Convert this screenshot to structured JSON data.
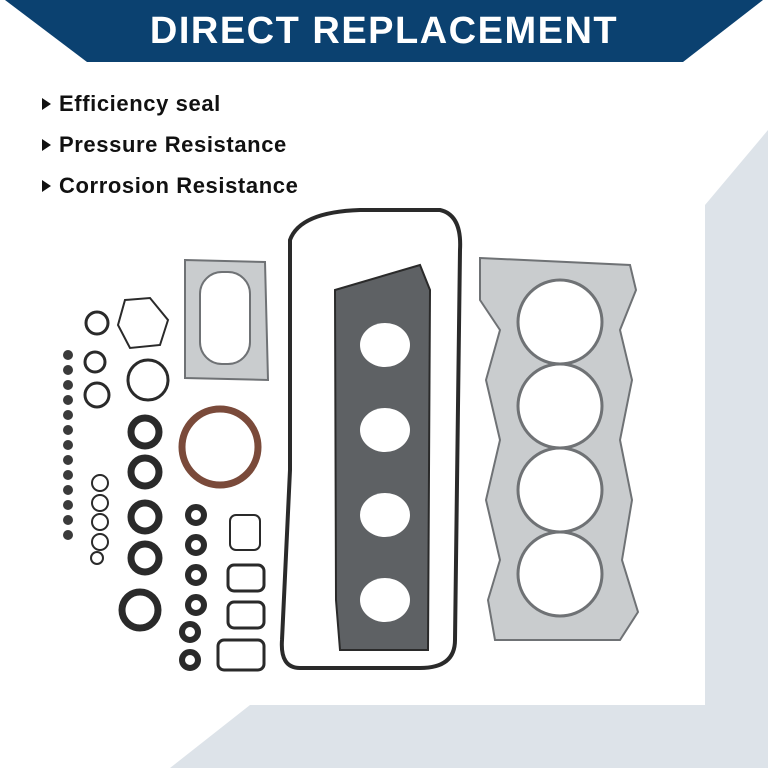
{
  "banner": {
    "title": "DIRECT REPLACEMENT",
    "color": "#0b4170"
  },
  "features": [
    {
      "label": "Efficiency seal",
      "icon": "triangle-bullet-icon"
    },
    {
      "label": "Pressure Resistance",
      "icon": "triangle-bullet-icon"
    },
    {
      "label": "Corrosion Resistance",
      "icon": "triangle-bullet-icon"
    }
  ],
  "colors": {
    "background_accent": "#dde3e9",
    "gasket_gray": "#8a8d90",
    "gasket_dark": "#2a2a2a",
    "seal_brown": "#7a4a3a"
  }
}
